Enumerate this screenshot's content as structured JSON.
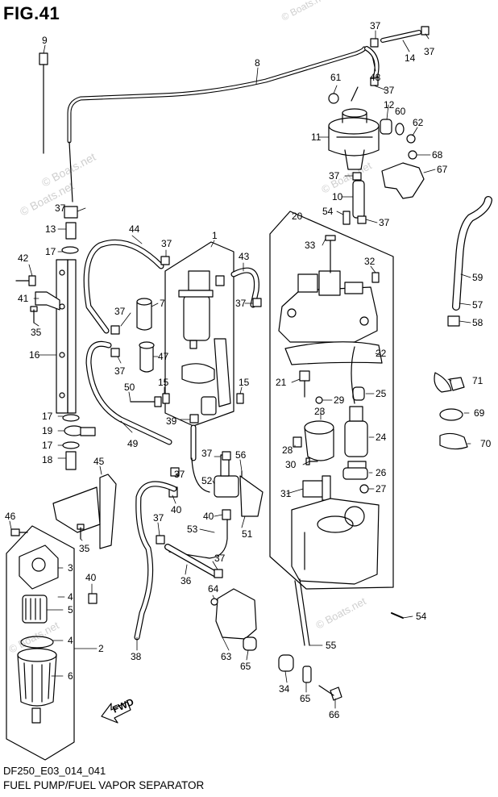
{
  "figure": {
    "title": "FIG.41",
    "code": "DF250_E03_014_041",
    "caption": "FUEL PUMP/FUEL VAPOR SEPARATOR",
    "fwd_label": "FWD"
  },
  "watermarks": [
    "© Boats.net",
    "© Boats.net",
    "© Boats.net",
    "© Boats.net",
    "© Boats.net",
    "© Boats.net"
  ],
  "part_labels": [
    {
      "id": "9",
      "text": "9"
    },
    {
      "id": "8",
      "text": "8"
    },
    {
      "id": "37a",
      "text": "37"
    },
    {
      "id": "37b",
      "text": "37"
    },
    {
      "id": "14",
      "text": "14"
    },
    {
      "id": "48",
      "text": "48"
    },
    {
      "id": "61",
      "text": "61"
    },
    {
      "id": "37c",
      "text": "37"
    },
    {
      "id": "12",
      "text": "12"
    },
    {
      "id": "60",
      "text": "60"
    },
    {
      "id": "62",
      "text": "62"
    },
    {
      "id": "11",
      "text": "11"
    },
    {
      "id": "68",
      "text": "68"
    },
    {
      "id": "67",
      "text": "67"
    },
    {
      "id": "37d",
      "text": "37"
    },
    {
      "id": "10",
      "text": "10"
    },
    {
      "id": "54a",
      "text": "54"
    },
    {
      "id": "37e",
      "text": "37"
    },
    {
      "id": "20",
      "text": "20"
    },
    {
      "id": "37f",
      "text": "37"
    },
    {
      "id": "13",
      "text": "13"
    },
    {
      "id": "44",
      "text": "44"
    },
    {
      "id": "37g",
      "text": "37"
    },
    {
      "id": "1",
      "text": "1"
    },
    {
      "id": "43",
      "text": "43"
    },
    {
      "id": "33",
      "text": "33"
    },
    {
      "id": "17a",
      "text": "17"
    },
    {
      "id": "42",
      "text": "42"
    },
    {
      "id": "32",
      "text": "32"
    },
    {
      "id": "59",
      "text": "59"
    },
    {
      "id": "41",
      "text": "41"
    },
    {
      "id": "7",
      "text": "7"
    },
    {
      "id": "37h",
      "text": "37"
    },
    {
      "id": "57",
      "text": "57"
    },
    {
      "id": "37i",
      "text": "37"
    },
    {
      "id": "35a",
      "text": "35"
    },
    {
      "id": "58",
      "text": "58"
    },
    {
      "id": "16",
      "text": "16"
    },
    {
      "id": "47",
      "text": "47"
    },
    {
      "id": "22",
      "text": "22"
    },
    {
      "id": "37j",
      "text": "37"
    },
    {
      "id": "21",
      "text": "21"
    },
    {
      "id": "71",
      "text": "71"
    },
    {
      "id": "50",
      "text": "50"
    },
    {
      "id": "15a",
      "text": "15"
    },
    {
      "id": "15b",
      "text": "15"
    },
    {
      "id": "25",
      "text": "25"
    },
    {
      "id": "29",
      "text": "29"
    },
    {
      "id": "17b",
      "text": "17"
    },
    {
      "id": "39",
      "text": "39"
    },
    {
      "id": "23",
      "text": "23"
    },
    {
      "id": "69",
      "text": "69"
    },
    {
      "id": "19",
      "text": "19"
    },
    {
      "id": "49",
      "text": "49"
    },
    {
      "id": "24",
      "text": "24"
    },
    {
      "id": "17c",
      "text": "17"
    },
    {
      "id": "28",
      "text": "28"
    },
    {
      "id": "70",
      "text": "70"
    },
    {
      "id": "37k",
      "text": "37"
    },
    {
      "id": "56",
      "text": "56"
    },
    {
      "id": "18",
      "text": "18"
    },
    {
      "id": "30",
      "text": "30"
    },
    {
      "id": "45",
      "text": "45"
    },
    {
      "id": "26",
      "text": "26"
    },
    {
      "id": "37l",
      "text": "37"
    },
    {
      "id": "52",
      "text": "52"
    },
    {
      "id": "27",
      "text": "27"
    },
    {
      "id": "31",
      "text": "31"
    },
    {
      "id": "40a",
      "text": "40"
    },
    {
      "id": "46",
      "text": "46"
    },
    {
      "id": "37m",
      "text": "37"
    },
    {
      "id": "40b",
      "text": "40"
    },
    {
      "id": "51",
      "text": "51"
    },
    {
      "id": "53",
      "text": "53"
    },
    {
      "id": "35b",
      "text": "35"
    },
    {
      "id": "3",
      "text": "3"
    },
    {
      "id": "37n",
      "text": "37"
    },
    {
      "id": "4a",
      "text": "4"
    },
    {
      "id": "36",
      "text": "36"
    },
    {
      "id": "40c",
      "text": "40"
    },
    {
      "id": "64",
      "text": "64"
    },
    {
      "id": "5",
      "text": "5"
    },
    {
      "id": "54b",
      "text": "54"
    },
    {
      "id": "4b",
      "text": "4"
    },
    {
      "id": "2",
      "text": "2"
    },
    {
      "id": "55",
      "text": "55"
    },
    {
      "id": "38",
      "text": "38"
    },
    {
      "id": "63",
      "text": "63"
    },
    {
      "id": "65a",
      "text": "65"
    },
    {
      "id": "6",
      "text": "6"
    },
    {
      "id": "34",
      "text": "34"
    },
    {
      "id": "65b",
      "text": "65"
    },
    {
      "id": "66",
      "text": "66"
    }
  ]
}
